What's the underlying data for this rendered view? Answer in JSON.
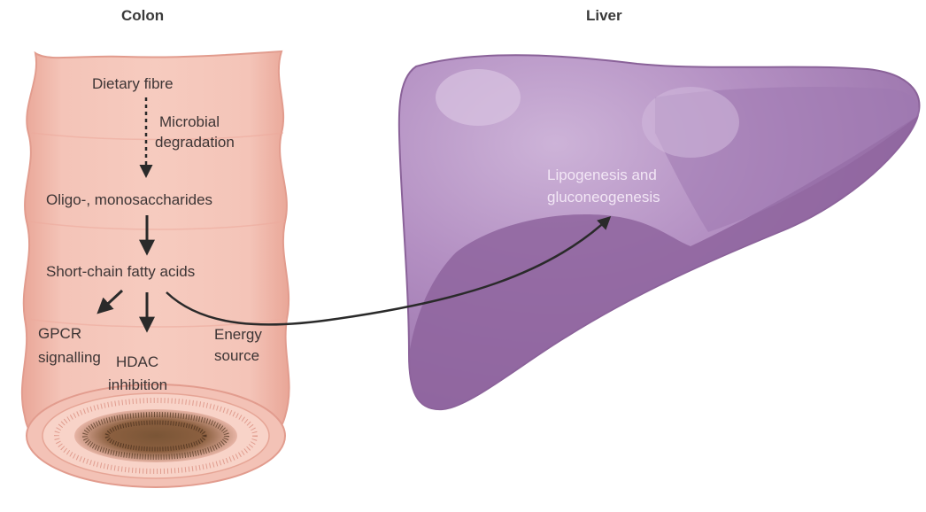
{
  "titles": {
    "colon": "Colon",
    "liver": "Liver"
  },
  "colon_labels": {
    "dietary_fibre": "Dietary fibre",
    "microbial": "Microbial",
    "degradation": "degradation",
    "oligo": "Oligo-, monosaccharides",
    "scfa": "Short-chain fatty acids",
    "gpcr_1": "GPCR",
    "gpcr_2": "signalling",
    "hdac_1": "HDAC",
    "hdac_2": "inhibition",
    "energy_1": "Energy",
    "energy_2": "source"
  },
  "liver_labels": {
    "lipo_1": "Lipogenesis and",
    "lipo_2": "gluconeogenesis"
  },
  "colors": {
    "colon_fill": "#f1b9ad",
    "colon_edge": "#e29c8e",
    "colon_lumen": "#f6cbbf",
    "mucosa": "#6e4a2e",
    "liver_fill": "#b38fc2",
    "liver_shadow": "#8e649e",
    "liver_highlight": "#d8c3e1",
    "arrow": "#2a2a2a"
  }
}
